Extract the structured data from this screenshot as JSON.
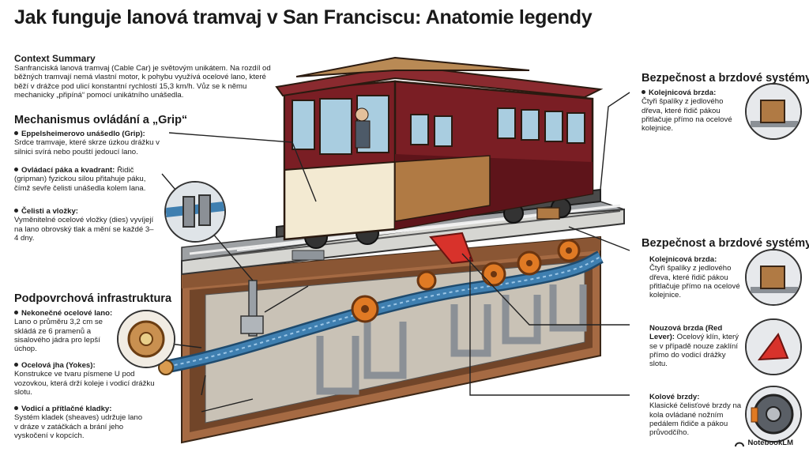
{
  "title": "Jak funguje lanová tramvaj v San Franciscu: Anatomie legendy",
  "context": {
    "heading": "Context Summary",
    "text": "Sanfranciská lanová tramvaj (Cable Car) je světovým unikátem. Na rozdíl od běžných tramvají nemá vlastní motor, k pohybu využívá ocelové lano, které běží v drážce pod ulicí konstantní rychlostí 15,3 km/h. Vůz se k němu mechanicky „připíná“ pomocí unikátního unášedla."
  },
  "grip": {
    "heading": "Mechanismus ovládání a „Grip“",
    "items": [
      {
        "title": "Eppelsheimerovo unášedlo (Grip):",
        "text": "Srdce tramvaje, které skrze úzkou drážku v silnici svírá nebo pouští jedoucí lano."
      },
      {
        "title": "Ovládací páka a kvadrant:",
        "text": "Řidič (gripman) fyzickou silou přitahuje páku, čímž sevře čelisti unášedla kolem lana."
      },
      {
        "title": "Čelisti a vložky:",
        "text": "Vyměnitelné ocelové vložky (dies) vyvíjejí na lano obrovský tlak a mění se každé 3–4 dny."
      }
    ]
  },
  "infra": {
    "heading": "Podpovrchová infrastruktura",
    "items": [
      {
        "title": "Nekonečné ocelové lano:",
        "text": "Lano o průměru 3,2 cm se skládá ze 6 pramenů a sisalového jádra pro lepší úchop."
      },
      {
        "title": "Ocelová jha (Yokes):",
        "text": "Konstrukce ve tvaru písmene U pod vozovkou, která drží koleje i vodicí drážku slotu."
      },
      {
        "title": "Vodicí a přítlačné kladky:",
        "text": "Systém kladek (sheaves) udržuje lano v dráze v zatáčkách a brání jeho vyskočení v kopcích."
      }
    ]
  },
  "safety_top": {
    "heading": "Bezpečnost a brzdové systémy",
    "item": {
      "title": "Kolejnicová brzda:",
      "text": "Čtyři špalíky z jedlového dřeva, které řidič pákou přitlačuje přímo na ocelové kolejnice."
    }
  },
  "safety": {
    "heading": "Bezpečnost a brzdové systémy",
    "items": [
      {
        "title": "Kolejnicová brzda:",
        "text": "Čtyři špalíky z jedlového dřeva, které řidič pákou přitlačuje přímo na ocelové kolejnice."
      },
      {
        "title": "Nouzová brzda (Red Lever):",
        "text": "Ocelový klín, který se v případě nouze zaklíní přímo do vodicí drážky slotu."
      },
      {
        "title": "Kolové brzdy:",
        "text": "Klasické čelisťové brzdy na kola ovládané nožním pedálem řidiče a pákou průvodčího."
      }
    ]
  },
  "logo": {
    "label": "NotebookLM",
    "icon": "notebooklm-logo-icon"
  },
  "colors": {
    "car_maroon": "#7a1e24",
    "car_cream": "#f3ead2",
    "cable_blue": "#3f7fb0",
    "emergency_red": "#d8322b",
    "sheave_orange": "#e07a24",
    "soil_brown": "#a56a43"
  }
}
